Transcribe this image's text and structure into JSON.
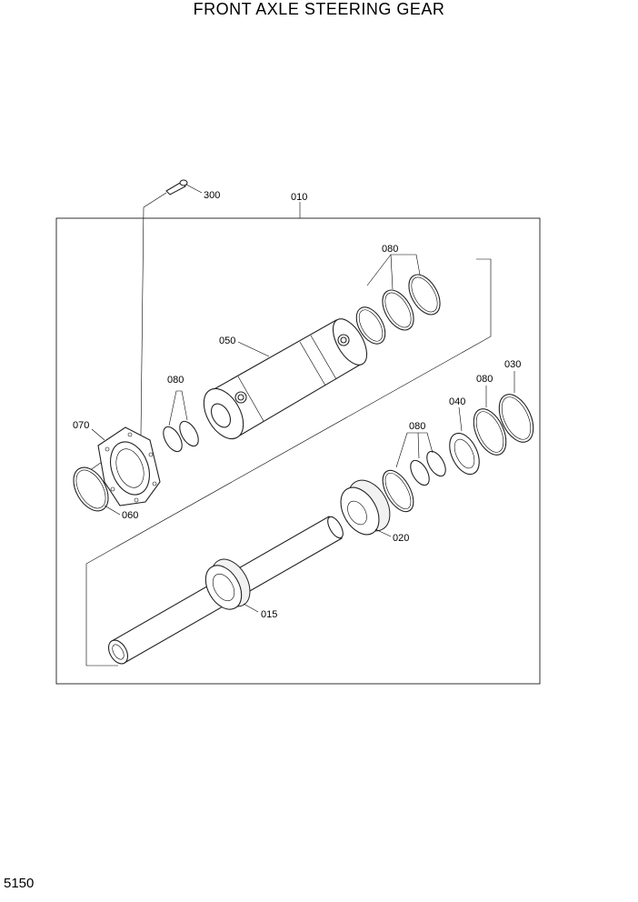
{
  "header": {
    "title": "FRONT AXLE STEERING GEAR"
  },
  "footer": {
    "page_number": "5150"
  },
  "callouts": {
    "c300": "300",
    "c010": "010",
    "c080_top": "080",
    "c050": "050",
    "c080_left": "080",
    "c070": "070",
    "c060": "060",
    "c030": "030",
    "c080_right": "080",
    "c040": "040",
    "c080_mid": "080",
    "c020": "020",
    "c015": "015"
  }
}
